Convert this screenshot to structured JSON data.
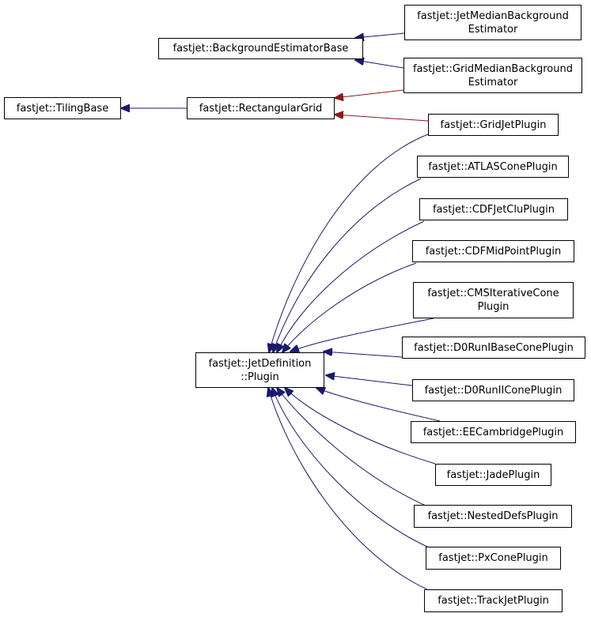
{
  "colors": {
    "inheritance_edge": "#191970",
    "protected_edge": "#8b1a1a",
    "node_border": "#000000",
    "background": "#ffffff"
  },
  "nodes": {
    "jetmedian": "fastjet::JetMedianBackground\nEstimator",
    "bgbase": "fastjet::BackgroundEstimatorBase",
    "gridmedian": "fastjet::GridMedianBackground\nEstimator",
    "tilingbase": "fastjet::TilingBase",
    "rectgrid": "fastjet::RectangularGrid",
    "gridjet": "fastjet::GridJetPlugin",
    "atlas": "fastjet::ATLASConePlugin",
    "cdfjetclu": "fastjet::CDFJetCluPlugin",
    "cdfmidpoint": "fastjet::CDFMidPointPlugin",
    "cmsiterative": "fastjet::CMSIterativeCone\nPlugin",
    "plugin": "fastjet::JetDefinition\n::Plugin",
    "d0runibase": "fastjet::D0RunIBaseConePlugin",
    "d0runii": "fastjet::D0RunIIConePlugin",
    "eecambridge": "fastjet::EECambridgePlugin",
    "jade": "fastjet::JadePlugin",
    "nesteddefs": "fastjet::NestedDefsPlugin",
    "pxcone": "fastjet::PxConePlugin",
    "trackjet": "fastjet::TrackJetPlugin"
  }
}
